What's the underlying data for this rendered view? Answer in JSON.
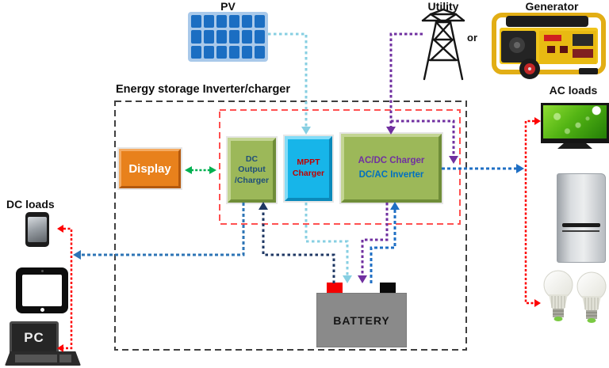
{
  "diagram_title": "Energy storage Inverter/charger",
  "sources": {
    "pv": "PV",
    "utility": "Utility",
    "or": "or",
    "generator": "Generator"
  },
  "components": {
    "display": "Display",
    "dc_output_line1": "DC",
    "dc_output_line2": "Output",
    "dc_output_line3": "/Charger",
    "mppt_line1": "MPPT",
    "mppt_line2": "Charger",
    "inverter_line1": "AC/DC Charger",
    "inverter_line2": "DC/AC Inverter",
    "battery": "BATTERY"
  },
  "loads": {
    "dc": "DC loads",
    "ac": "AC loads",
    "pc": "PC"
  },
  "colors": {
    "pv_line": "#87cfe2",
    "utility_line": "#7030a0",
    "battery_to_inverter": "#1f6fc4",
    "battery_to_dcout": "#1f3864",
    "dc_out_line": "#2e75b6",
    "ac_out_line": "#1f6fc4",
    "load_line_red": "#fe0000",
    "display_link_green": "#00b050",
    "outer_frame": "#3f3f3f",
    "inner_frame": "#ff5050"
  }
}
